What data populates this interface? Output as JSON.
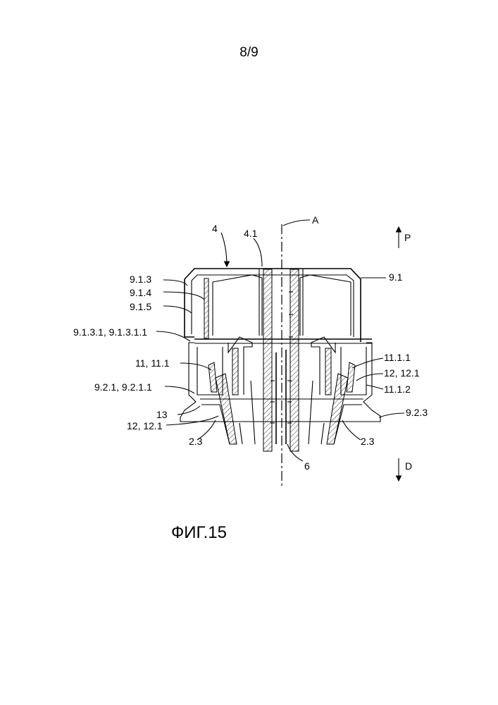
{
  "page_number": "8/9",
  "figure_caption": "ФИГ.15",
  "direction_labels": {
    "up": "P",
    "down": "D"
  },
  "labels": {
    "l4": "4",
    "l4_1": "4.1",
    "lA": "A",
    "l9_1": "9.1",
    "l9_1_3": "9.1.3",
    "l9_1_4": "9.1.4",
    "l9_1_5": "9.1.5",
    "l9_1_3_1": "9.1.3.1, 9.1.3.1.1",
    "l11_11_1": "11, 11.1",
    "l9_2_1": "9.2.1, 9.2.1.1",
    "l13": "13",
    "l12_12_1_left": "12, 12.1",
    "l2_3_left": "2.3",
    "l6": "6",
    "l11_1_1": "11.1.1",
    "l12_12_1_right": "12, 12.1",
    "l11_1_2": "11.1.2",
    "l9_2_3": "9.2.3",
    "l2_3_right": "2.3"
  }
}
